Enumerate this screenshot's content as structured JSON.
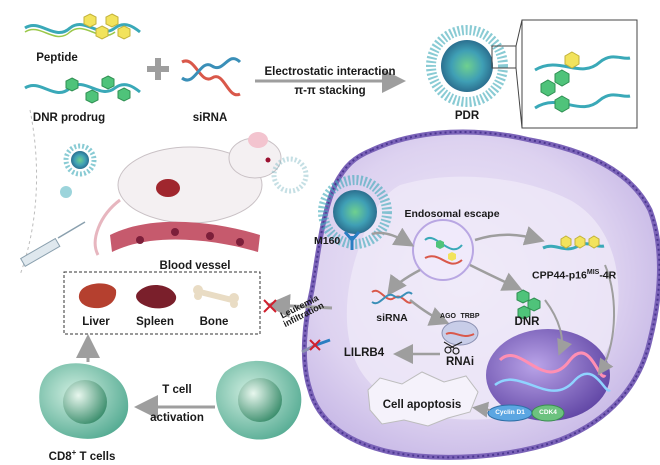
{
  "labels": {
    "peptide": "Peptide",
    "dnr_prodrug": "DNR prodrug",
    "sirna_top": "siRNA",
    "electrostatic": "Electrostatic interaction",
    "pi_stacking": "π-π stacking",
    "pdr": "PDR",
    "blood_vessel": "Blood vessel",
    "liver": "Liver",
    "spleen": "Spleen",
    "bone": "Bone",
    "m160": "M160",
    "endosomal_escape": "Endosomal escape",
    "cpp_prefix": "CPP44-p16",
    "cpp_sup": "MIS",
    "cpp_suffix": "-4R",
    "sirna_inner": "siRNA",
    "ago": "AGO",
    "trbp": "TRBP",
    "rnai": "RNAi",
    "dnr": "DNR",
    "lilrb4": "LILRB4",
    "leukemia_line1": "Leukemia",
    "leukemia_line2": "infiltration",
    "cell_apoptosis": "Cell apoptosis",
    "t_cell_line1": "T cell",
    "t_cell_line2": "activation",
    "cd8_prefix": "CD8",
    "cd8_sup": "+",
    "cd8_suffix": " T cells",
    "cyclin": "Cyclin D1",
    "cdk4": "CDK4"
  },
  "colors": {
    "peptide_hex": "#f2e35c",
    "dnr_hex": "#4fc37a",
    "strand_teal": "#3aa9b8",
    "cell_purple": "#d9cdef",
    "membrane": "#6f5aa8",
    "nucleus": "#6a4fb0",
    "t_cell": "#5fb7a2",
    "arrow_gray": "#9e9e9e"
  }
}
